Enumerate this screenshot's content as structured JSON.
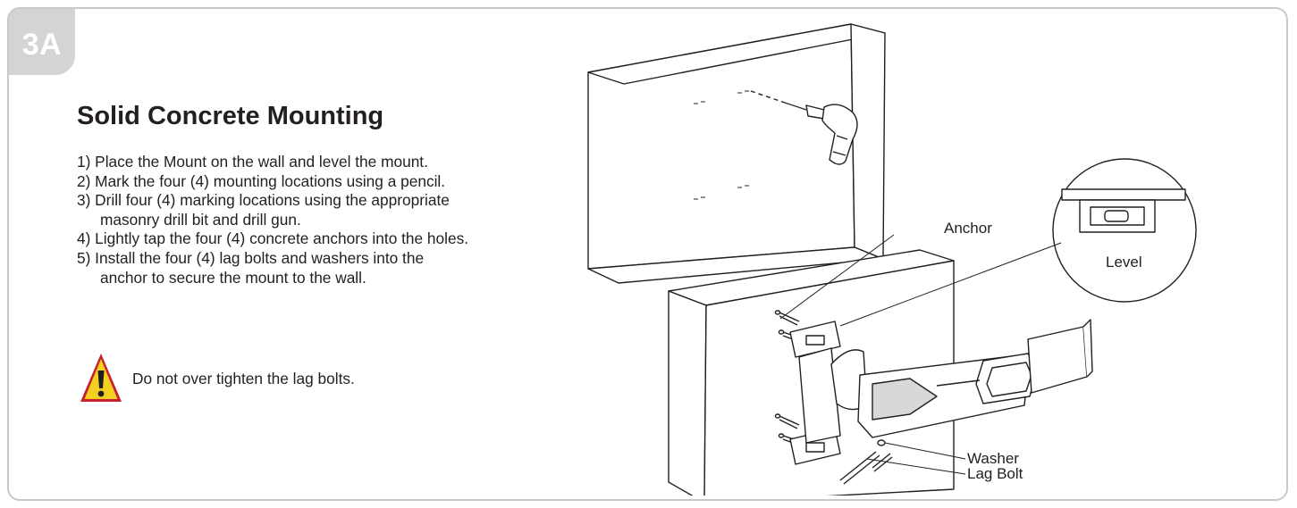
{
  "step_badge": "3A",
  "title": "Solid Concrete Mounting",
  "steps": [
    "1)  Place the Mount on the wall and level the mount.",
    "2)  Mark the four (4) mounting locations using a pencil.",
    "3)  Drill four (4) marking locations using the appropriate",
    "masonry drill bit and drill gun.",
    "4)  Lightly tap the four (4) concrete anchors into the holes.",
    "5)  Install the four (4) lag bolts and washers into the",
    "anchor to secure the mount to the wall."
  ],
  "warning": "Do not over tighten the lag bolts.",
  "colors": {
    "badge": "#d4d4d4",
    "warning_fill": "#f4d120",
    "warning_border": "#c8202e",
    "text": "#231f20"
  },
  "diagram_labels": {
    "anchor": "Anchor",
    "level": "Level",
    "washer": "Washer",
    "lag_bolt": "Lag Bolt"
  }
}
